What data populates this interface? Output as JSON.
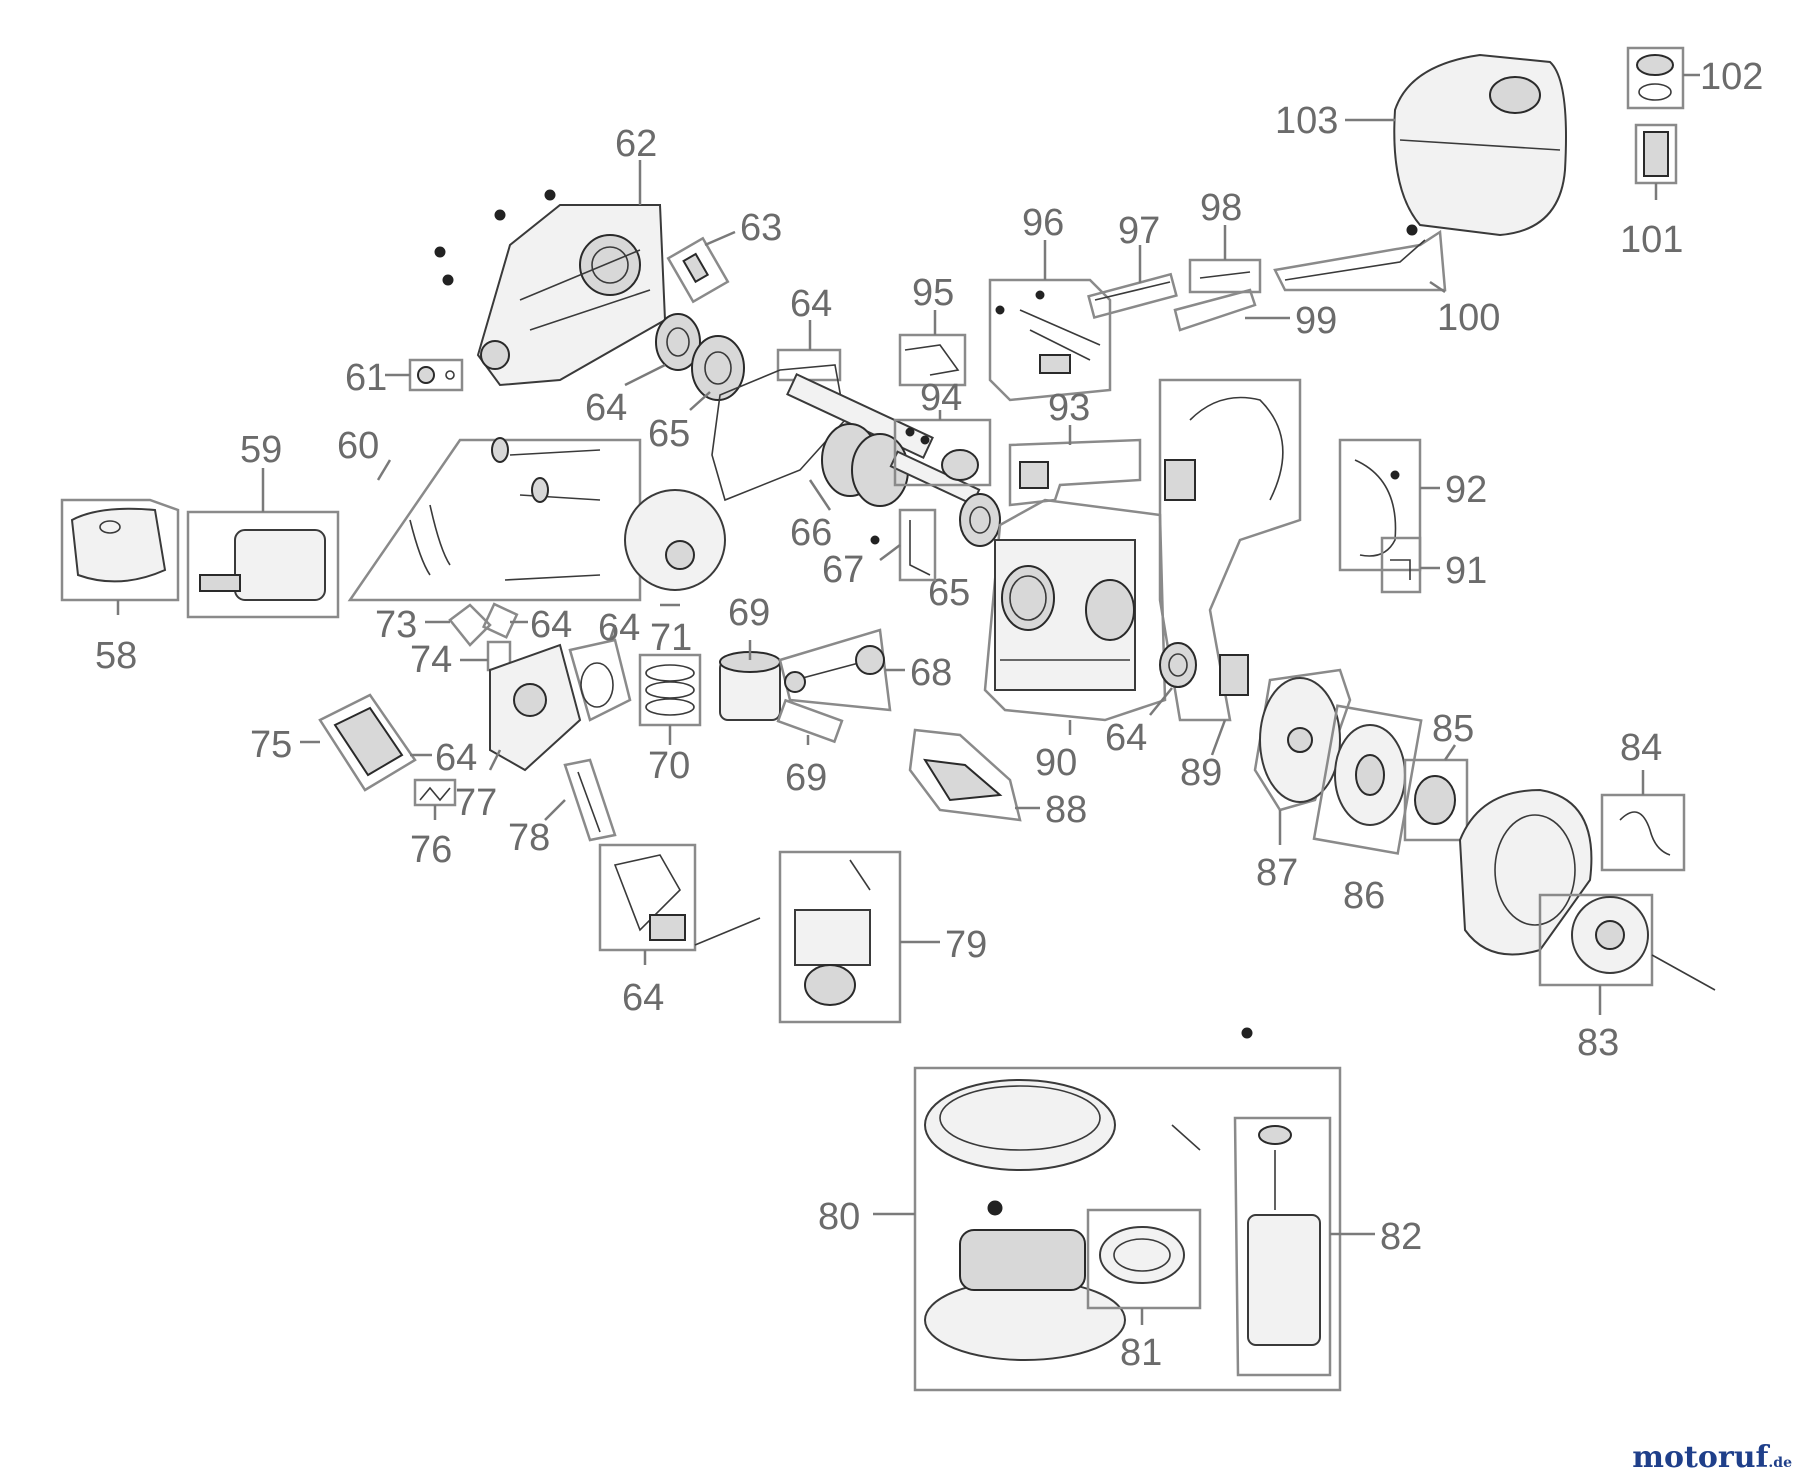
{
  "labels": {
    "p58": "58",
    "p59": "59",
    "p60": "60",
    "p61": "61",
    "p62": "62",
    "p63": "63",
    "p64a": "64",
    "p64b": "64",
    "p64c": "64",
    "p64d": "64",
    "p64e": "64",
    "p64f": "64",
    "p64g": "64",
    "p65a": "65",
    "p65b": "65",
    "p66": "66",
    "p67": "67",
    "p68": "68",
    "p69a": "69",
    "p69b": "69",
    "p70": "70",
    "p71": "71",
    "p73": "73",
    "p74": "74",
    "p75": "75",
    "p76": "76",
    "p77": "77",
    "p78": "78",
    "p79": "79",
    "p80": "80",
    "p81": "81",
    "p82": "82",
    "p83": "83",
    "p84": "84",
    "p85": "85",
    "p86": "86",
    "p87": "87",
    "p88": "88",
    "p89": "89",
    "p90": "90",
    "p91": "91",
    "p92": "92",
    "p93": "93",
    "p94": "94",
    "p95": "95",
    "p96": "96",
    "p97": "97",
    "p98": "98",
    "p99": "99",
    "p100": "100",
    "p101": "101",
    "p102": "102",
    "p103": "103"
  },
  "watermark": {
    "brand": "motoruf",
    "tld": ".de"
  }
}
